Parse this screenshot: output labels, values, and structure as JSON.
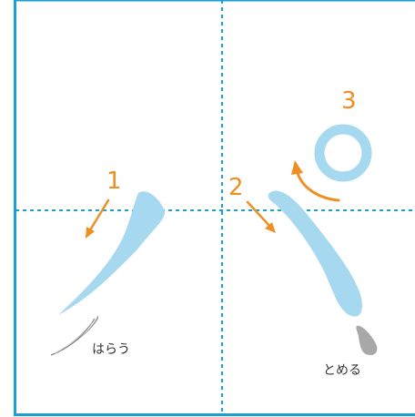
{
  "colors": {
    "frame": "#1aa0d6",
    "guide": "#1aa0d6",
    "stroke": "#a6d9ef",
    "arrow": "#ef8e22",
    "example_brush": "#9c9c9c"
  },
  "strokes": [
    {
      "order": "1",
      "icon": "diagonal-sweep-stroke"
    },
    {
      "order": "2",
      "icon": "diagonal-stop-stroke"
    },
    {
      "order": "3",
      "icon": "handakuten-circle-stroke"
    }
  ],
  "examples": {
    "harau": {
      "label": "はらう",
      "icon": "sweep-brush-icon"
    },
    "tomeru": {
      "label": "とめる",
      "icon": "stop-brush-icon"
    }
  }
}
